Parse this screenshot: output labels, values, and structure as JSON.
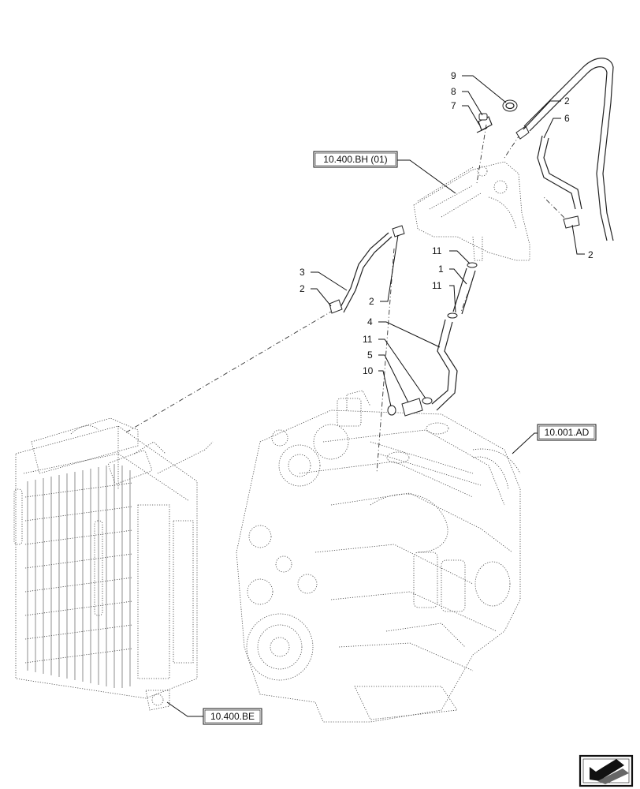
{
  "callouts": [
    "9",
    "8",
    "7",
    "2",
    "6",
    "2",
    "11",
    "1",
    "11",
    "3",
    "2",
    "2",
    "4",
    "11",
    "5",
    "10"
  ],
  "references": {
    "oil_separator": "10.400.BH (01)",
    "engine": "10.001.AD",
    "radiator": "10.400.BE"
  },
  "nav_icon": "next-page-arrow-icon"
}
